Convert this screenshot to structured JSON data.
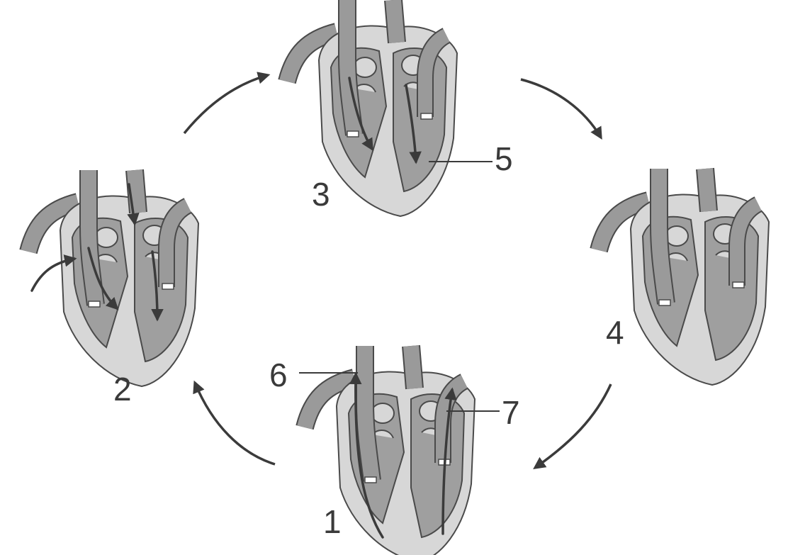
{
  "diagram": {
    "stage_labels": {
      "s1": "1",
      "s2": "2",
      "s3": "3",
      "s4": "4"
    },
    "callouts": {
      "c5": "5",
      "c6": "6",
      "c7": "7"
    },
    "colors": {
      "vessel": "#9a9a9a",
      "outline": "#4a4a4a",
      "heart_outer": "#d7d7d7",
      "chamber": "#9f9f9f",
      "arrow": "#3b3b3b"
    }
  }
}
